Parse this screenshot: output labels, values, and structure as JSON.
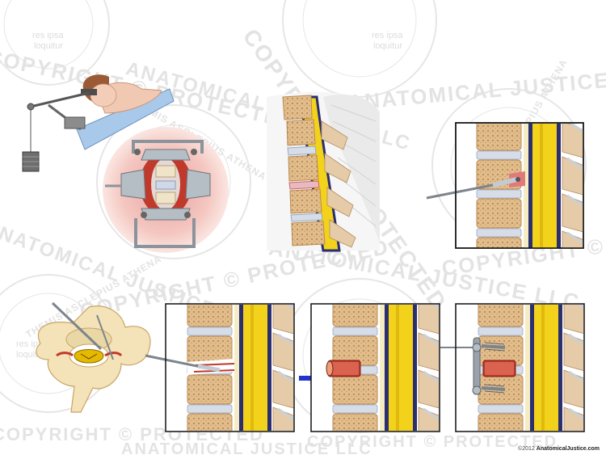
{
  "watermark": {
    "company": "ANATOMICAL JUSTICE LLC",
    "copyright": "COPYRIGHT © PROTECTED",
    "motto_line1": "res ipsa",
    "motto_line2": "loquitur",
    "seal_words": "THEMIS ASCLEPIUS ATHENA"
  },
  "footer": {
    "copyright_year": "©2012",
    "brand": "AnatomicalJustice.com"
  },
  "colors": {
    "bone": "#e8c9a0",
    "bone_dark": "#c79a62",
    "disc": "#cfd8e6",
    "cord": "#f2d21a",
    "dura": "#2b2f6e",
    "blood": "#c0392b",
    "metal": "#9aa3ab",
    "arrow": "#2233cc",
    "skin": "#f2c6b4"
  }
}
